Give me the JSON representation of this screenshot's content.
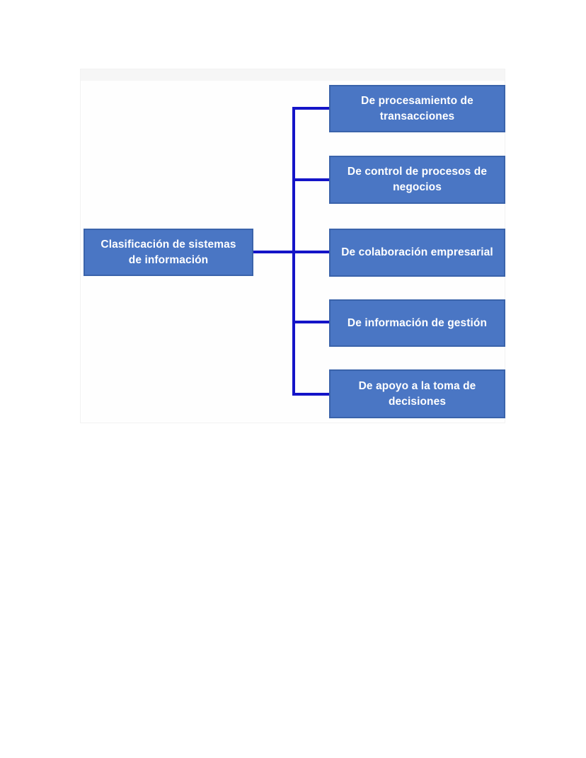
{
  "diagram": {
    "type": "hierarchy",
    "root": {
      "label": "Clasificación de sistemas de información"
    },
    "children": [
      {
        "label": "De procesamiento de transacciones"
      },
      {
        "label": "De control de procesos de negocios"
      },
      {
        "label": "De colaboración empresarial"
      },
      {
        "label": "De información de gestión"
      },
      {
        "label": "De apoyo a la toma de decisiones"
      }
    ],
    "colors": {
      "node_fill": "#4a76c4",
      "node_border": "#3a63ab",
      "connector": "#1414c8",
      "text": "#ffffff",
      "band": "#f6f6f6"
    }
  }
}
